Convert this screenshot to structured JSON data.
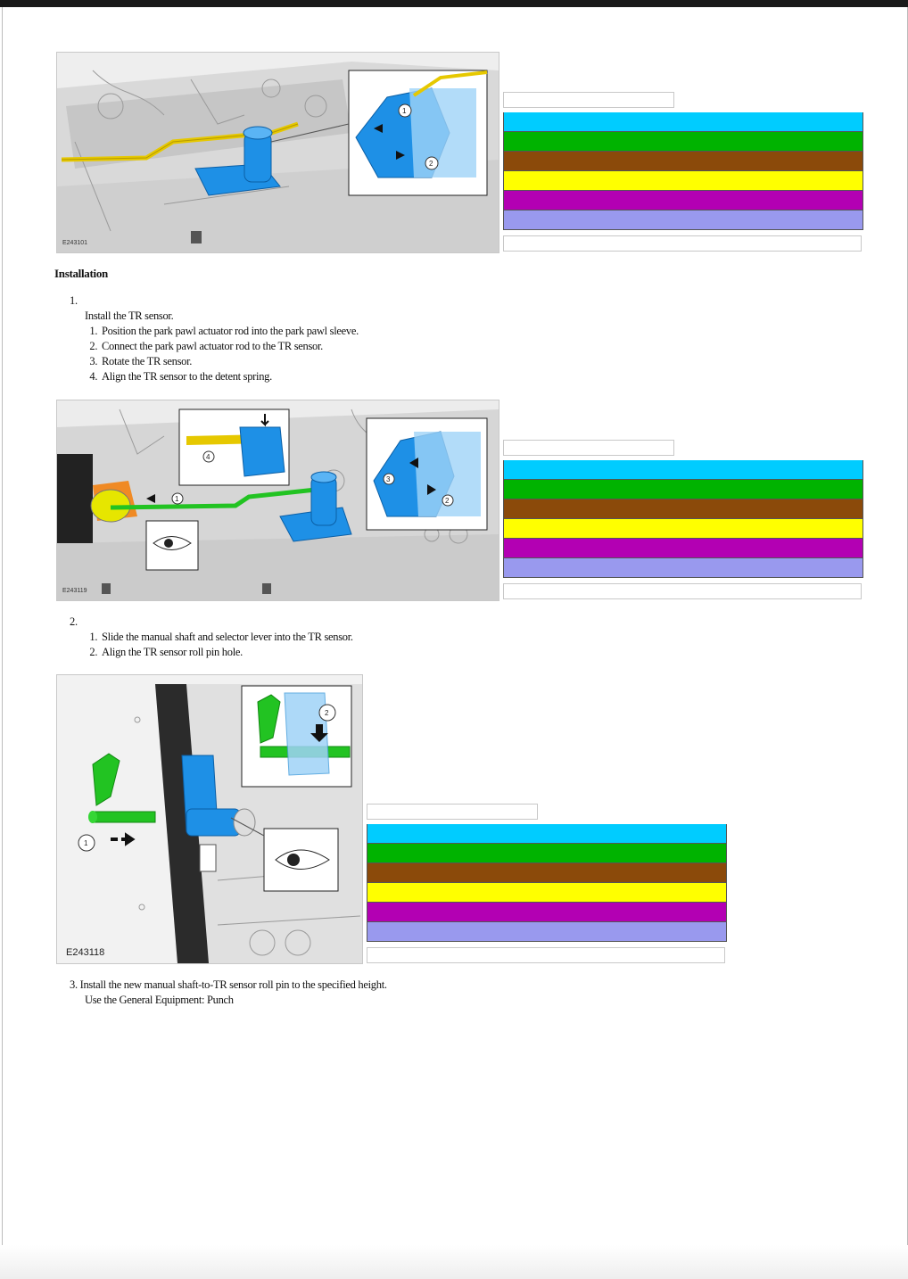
{
  "section_title": "Installation",
  "legend_colors": [
    "#00ccff",
    "#00b300",
    "#8b4a0a",
    "#ffff00",
    "#b300b3",
    "#9999ee"
  ],
  "figures": [
    {
      "code": "E243101",
      "callouts": [
        "1",
        "2"
      ]
    },
    {
      "code": "E243119",
      "callouts": [
        "1",
        "2",
        "3",
        "4"
      ]
    },
    {
      "code": "E243118",
      "callouts": [
        "1",
        "2"
      ]
    }
  ],
  "steps": [
    {
      "number": "1.",
      "text": "Install the TR sensor.",
      "substeps": [
        "Position the park pawl actuator rod into the park pawl sleeve.",
        "Connect the park pawl actuator rod to the TR sensor.",
        "Rotate the TR sensor.",
        "Align the TR sensor to the detent spring."
      ]
    },
    {
      "number": "2.",
      "substeps": [
        "Slide the manual shaft and selector lever into the TR sensor.",
        "Align the TR sensor roll pin hole."
      ]
    },
    {
      "number": "3.",
      "text": "Install the new manual shaft-to-TR sensor roll pin to the specified height.",
      "note": "Use the General Equipment: Punch"
    }
  ]
}
